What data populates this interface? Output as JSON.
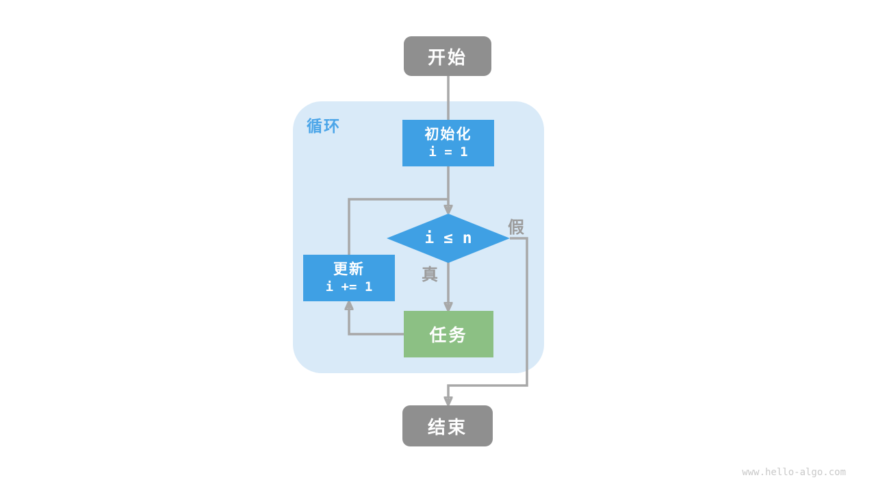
{
  "page": {
    "watermark": "www.hello-algo.com"
  },
  "colors": {
    "node_gray": "#8F8F8F",
    "node_blue": "#3FA0E4",
    "node_green": "#8CC084",
    "loop_bg": "#D9EAF8",
    "loop_label": "#4BA5E8",
    "edge": "#A8A8A8",
    "branch_label": "#9C9C9C",
    "watermark": "#C9C9C9"
  },
  "flowchart": {
    "region_label": "循环",
    "nodes": {
      "start": {
        "label": "开始"
      },
      "init": {
        "title": "初始化",
        "code": "i = 1"
      },
      "condition": {
        "expr": "i ≤ n"
      },
      "update": {
        "title": "更新",
        "code": "i += 1"
      },
      "task": {
        "label": "任务"
      },
      "end": {
        "label": "结束"
      }
    },
    "branch_labels": {
      "true": "真",
      "false": "假"
    }
  }
}
